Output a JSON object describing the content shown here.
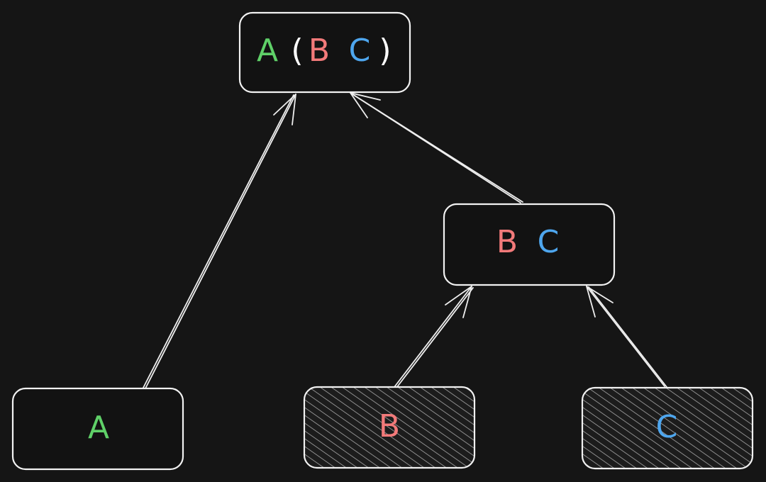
{
  "nodes": {
    "root": {
      "tokens": [
        {
          "text": "A",
          "color": "#5fd068"
        },
        {
          "text": "(",
          "color": "#ffffff"
        },
        {
          "text": "B",
          "color": "#f27a7a"
        },
        {
          "text": "C",
          "color": "#4ea6ee"
        },
        {
          "text": ")",
          "color": "#ffffff"
        }
      ]
    },
    "bc": {
      "tokens": [
        {
          "text": "B",
          "color": "#f27a7a"
        },
        {
          "text": "C",
          "color": "#4ea6ee"
        }
      ]
    },
    "a_leaf": {
      "tokens": [
        {
          "text": "A",
          "color": "#5fd068"
        }
      ]
    },
    "b_leaf": {
      "tokens": [
        {
          "text": "B",
          "color": "#f27a7a"
        }
      ]
    },
    "c_leaf": {
      "tokens": [
        {
          "text": "C",
          "color": "#4ea6ee"
        }
      ]
    }
  },
  "colors": {
    "background": "#151515",
    "stroke": "#f2f2f2",
    "hatch": "#9a9a9a"
  }
}
